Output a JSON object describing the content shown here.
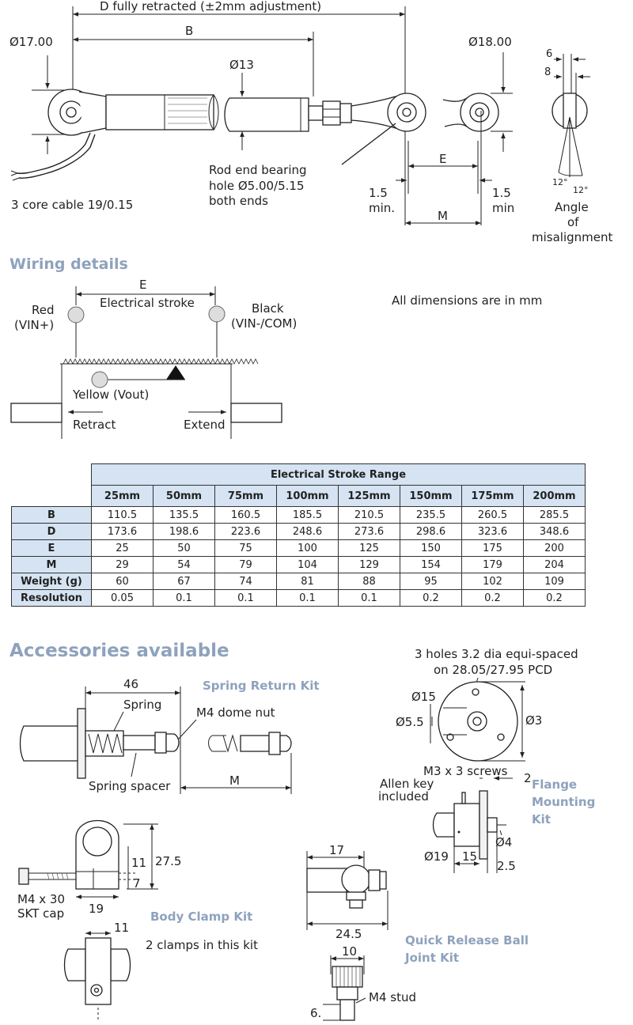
{
  "top_drawing": {
    "dim_d": "D fully retracted (±2mm adjustment)",
    "dim_b": "B",
    "dia_17": "Ø17.00",
    "dia_13": "Ø13",
    "dia_18": "Ø18.00",
    "rod_end_1": "Rod end bearing",
    "rod_end_2": "hole Ø5.00/5.15",
    "rod_end_3": "both ends",
    "cable": "3 core cable 19/0.15",
    "dim_e": "E",
    "dim_m": "M",
    "min_left_1": "1.5",
    "min_left_2": "min.",
    "min_right_1": "1.5",
    "min_right_2": "min",
    "dim_6": "6",
    "dim_8": "8",
    "angle_12a": "12°",
    "angle_12b": "12°",
    "angle_1": "Angle",
    "angle_2": "of",
    "angle_3": "misalignment"
  },
  "wiring": {
    "heading": "Wiring details",
    "dim_e": "E",
    "electrical_stroke": "Electrical stroke",
    "red_1": "Red",
    "red_2": "(VIN+)",
    "black_1": "Black",
    "black_2": "(VIN-/COM)",
    "yellow": "Yellow (Vout)",
    "retract": "Retract",
    "extend": "Extend",
    "note": "All dimensions are in mm"
  },
  "table": {
    "title": "Electrical Stroke Range",
    "columns": [
      "25mm",
      "50mm",
      "75mm",
      "100mm",
      "125mm",
      "150mm",
      "175mm",
      "200mm"
    ],
    "rows": [
      {
        "label": "B",
        "values": [
          "110.5",
          "135.5",
          "160.5",
          "185.5",
          "210.5",
          "235.5",
          "260.5",
          "285.5"
        ]
      },
      {
        "label": "D",
        "values": [
          "173.6",
          "198.6",
          "223.6",
          "248.6",
          "273.6",
          "298.6",
          "323.6",
          "348.6"
        ]
      },
      {
        "label": "E",
        "values": [
          "25",
          "50",
          "75",
          "100",
          "125",
          "150",
          "175",
          "200"
        ]
      },
      {
        "label": "M",
        "values": [
          "29",
          "54",
          "79",
          "104",
          "129",
          "154",
          "179",
          "204"
        ]
      },
      {
        "label": "Weight (g)",
        "values": [
          "60",
          "67",
          "74",
          "81",
          "88",
          "95",
          "102",
          "109"
        ]
      },
      {
        "label": "Resolution",
        "values": [
          "0.05",
          "0.1",
          "0.1",
          "0.1",
          "0.1",
          "0.2",
          "0.2",
          "0.2"
        ]
      }
    ]
  },
  "accessories": {
    "heading": "Accessories available",
    "spring": {
      "title": "Spring Return Kit",
      "dim_46": "46",
      "spring": "Spring",
      "dome_nut": "M4 dome nut",
      "spacer": "Spring spacer",
      "dim_m": "M"
    },
    "flange": {
      "title_1": "Flange",
      "title_2": "Mounting",
      "title_3": "Kit",
      "holes_1": "3 holes 3.2 dia equi-spaced",
      "holes_2": "on 28.05/27.95 PCD",
      "dia_15": "Ø15",
      "dia_5_5": "Ø5.5",
      "dia_3": "Ø3",
      "screws_1": "M3 x 3 screws",
      "screws_2": "Allen key",
      "screws_3": "included",
      "dim_2": "2",
      "dia_4": "Ø4",
      "dia_19": "Ø19",
      "dim_15": "15",
      "dim_2_5": "2.5"
    },
    "clamp": {
      "title": "Body Clamp Kit",
      "dim_27_5": "27.5",
      "dim_11a": "11",
      "dim_7": "7",
      "cap_1": "M4 x 30",
      "cap_2": "SKT cap",
      "dim_19": "19",
      "dim_11b": "11",
      "note": "2 clamps in this kit"
    },
    "ball": {
      "title_1": "Quick Release Ball",
      "title_2": "Joint Kit",
      "dim_17": "17",
      "dim_24_5": "24.5",
      "dim_10": "10",
      "stud": "M4 stud",
      "dim_6": "6."
    }
  }
}
